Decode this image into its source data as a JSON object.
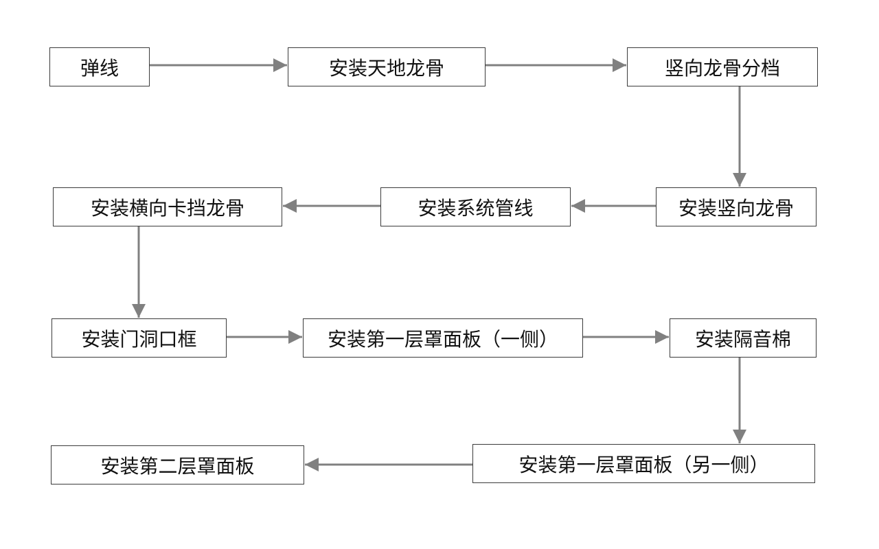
{
  "diagram": {
    "nodes": [
      {
        "id": "n1",
        "label": "弹线"
      },
      {
        "id": "n2",
        "label": "安装天地龙骨"
      },
      {
        "id": "n3",
        "label": "竖向龙骨分档"
      },
      {
        "id": "n4",
        "label": "安装竖向龙骨"
      },
      {
        "id": "n5",
        "label": "安装系统管线"
      },
      {
        "id": "n6",
        "label": "安装横向卡挡龙骨"
      },
      {
        "id": "n7",
        "label": "安装门洞口框"
      },
      {
        "id": "n8",
        "label": "安装第一层罩面板（一侧）"
      },
      {
        "id": "n9",
        "label": "安装隔音棉"
      },
      {
        "id": "n10",
        "label": "安装第一层罩面板（另一侧）"
      },
      {
        "id": "n11",
        "label": "安装第二层罩面板"
      }
    ],
    "edges": [
      {
        "from": "n1",
        "to": "n2"
      },
      {
        "from": "n2",
        "to": "n3"
      },
      {
        "from": "n3",
        "to": "n4"
      },
      {
        "from": "n4",
        "to": "n5"
      },
      {
        "from": "n5",
        "to": "n6"
      },
      {
        "from": "n6",
        "to": "n7"
      },
      {
        "from": "n7",
        "to": "n8"
      },
      {
        "from": "n8",
        "to": "n9"
      },
      {
        "from": "n9",
        "to": "n10"
      },
      {
        "from": "n10",
        "to": "n11"
      }
    ],
    "colors": {
      "arrow": "#808080",
      "border": "#3a3a3a",
      "text": "#111111"
    }
  }
}
